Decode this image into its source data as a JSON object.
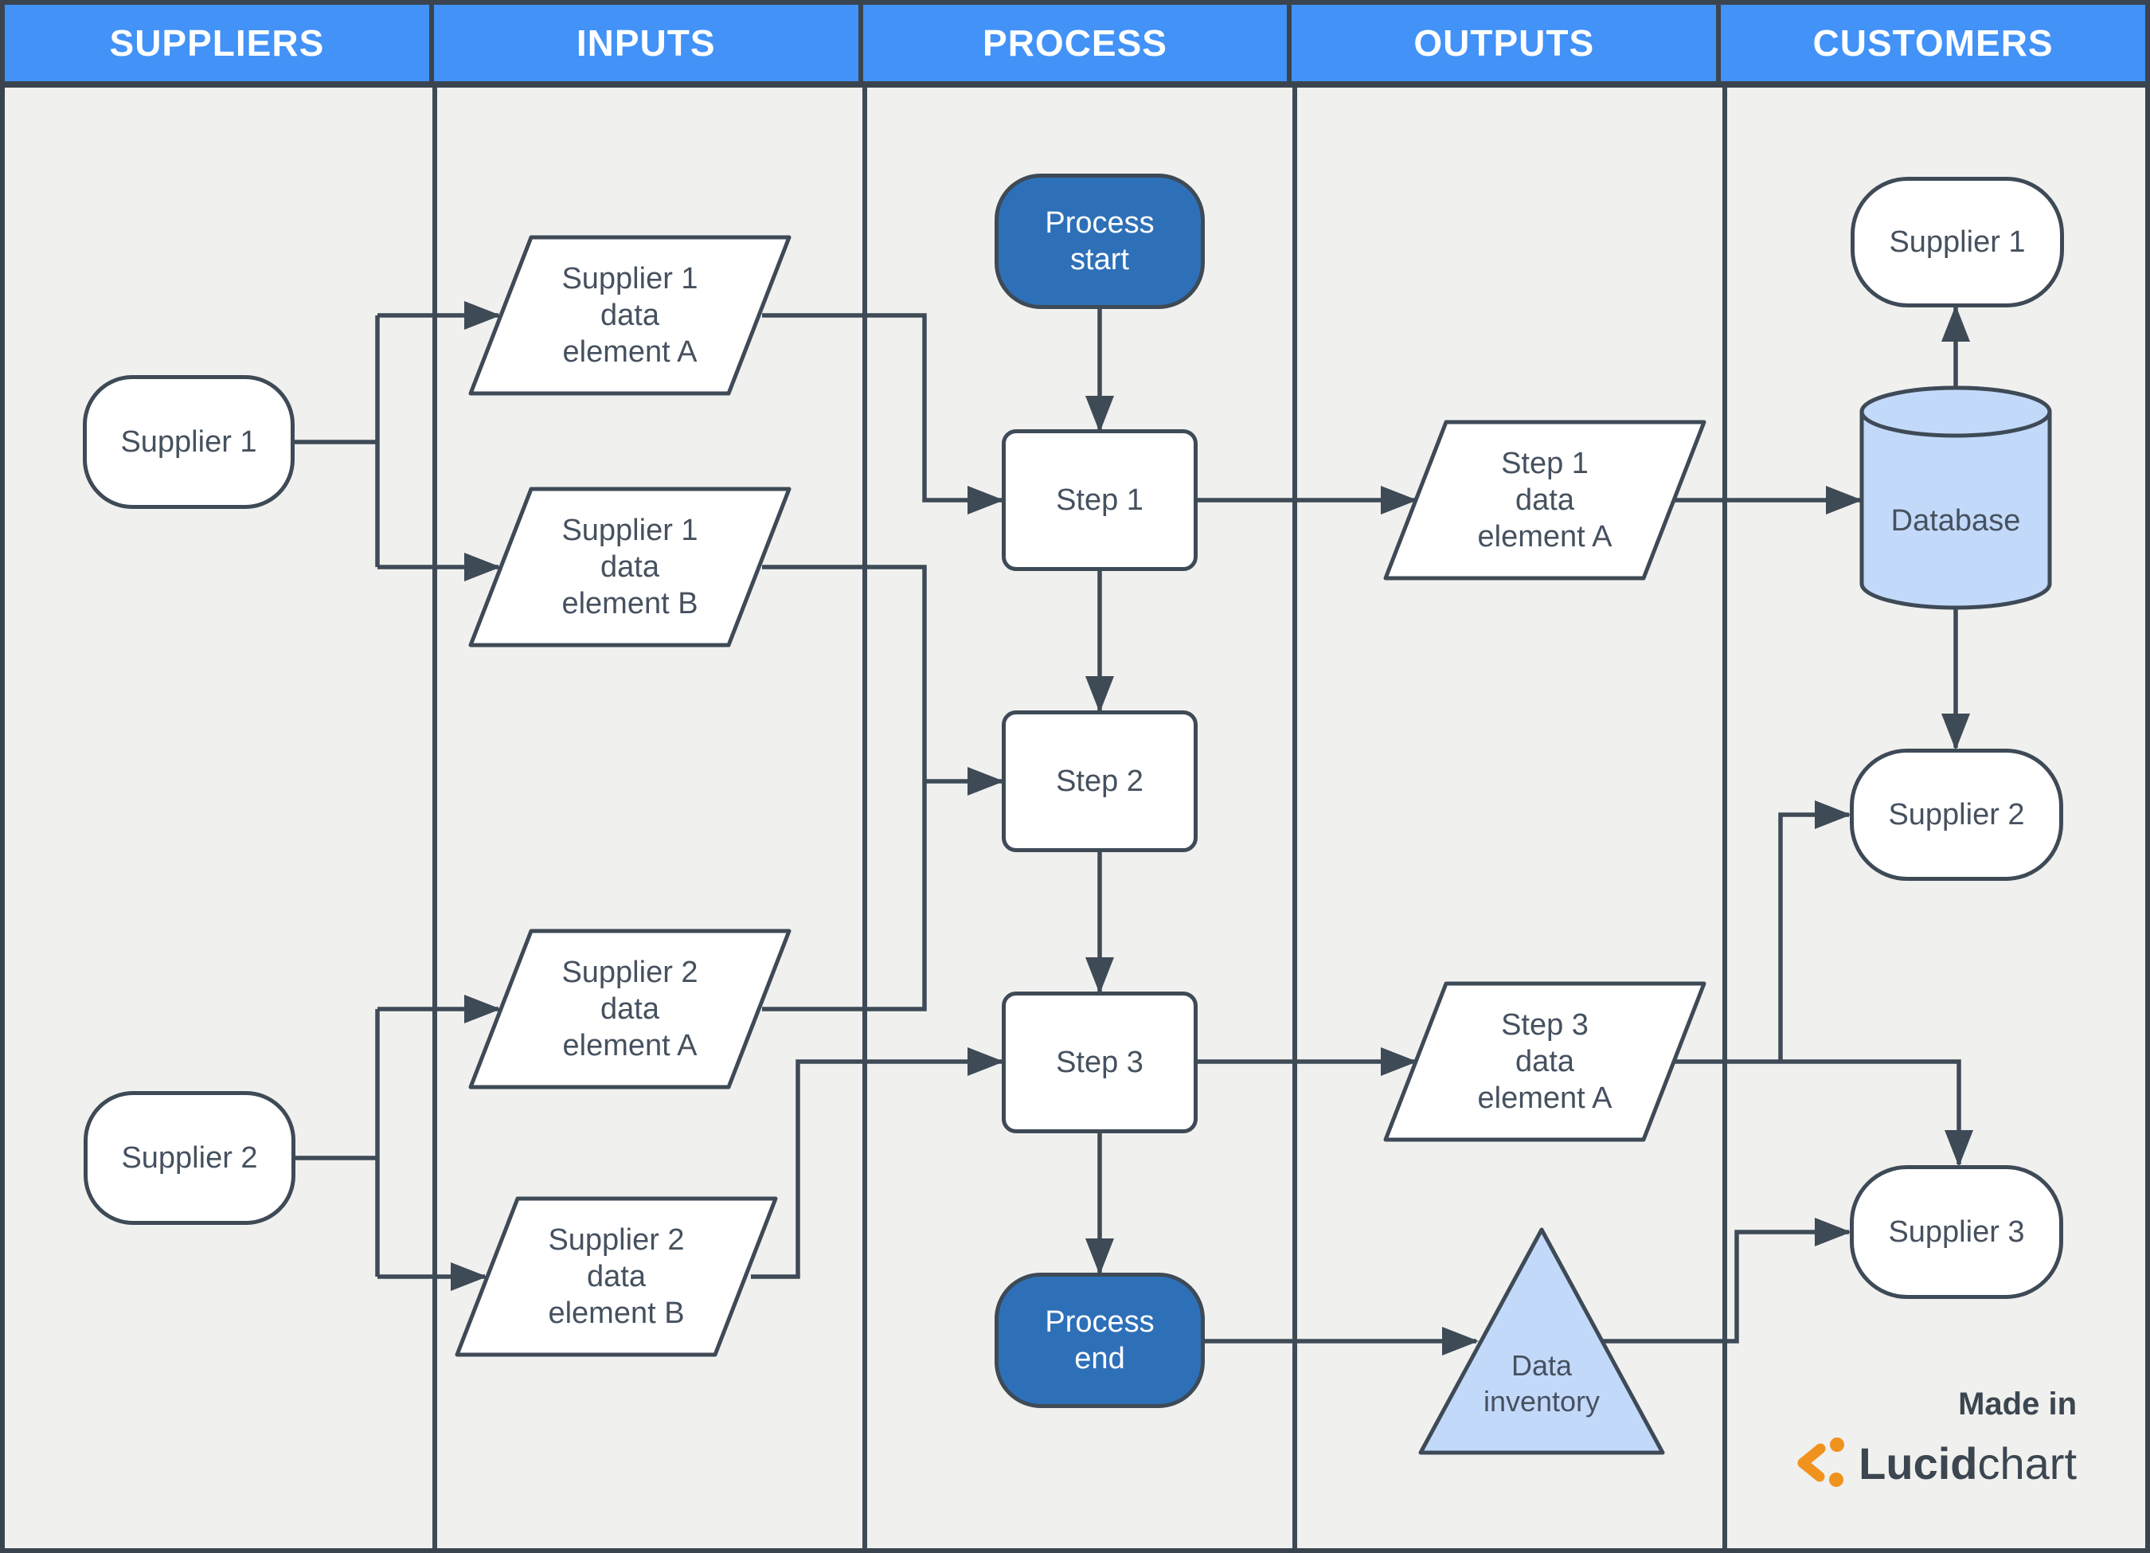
{
  "header": {
    "columns": [
      "SUPPLIERS",
      "INPUTS",
      "PROCESS",
      "OUTPUTS",
      "CUSTOMERS"
    ]
  },
  "suppliers": {
    "supplier1": "Supplier 1",
    "supplier2": "Supplier 2"
  },
  "inputs": {
    "s1a": [
      "Supplier 1",
      "data",
      "element A"
    ],
    "s1b": [
      "Supplier 1",
      "data",
      "element B"
    ],
    "s2a": [
      "Supplier 2",
      "data",
      "element A"
    ],
    "s2b": [
      "Supplier 2",
      "data",
      "element B"
    ]
  },
  "process": {
    "start": [
      "Process",
      "start"
    ],
    "step1": "Step 1",
    "step2": "Step 2",
    "step3": "Step 3",
    "end": [
      "Process",
      "end"
    ]
  },
  "outputs": {
    "step1a": [
      "Step 1",
      "data",
      "element A"
    ],
    "step3a": [
      "Step 3",
      "data",
      "element A"
    ],
    "inventory": [
      "Data",
      "inventory"
    ]
  },
  "customers": {
    "supplier1": "Supplier 1",
    "database": "Database",
    "supplier2": "Supplier 2",
    "supplier3": "Supplier 3"
  },
  "branding": {
    "made_in": "Made in",
    "logo_bold": "Lucid",
    "logo_light": "chart"
  },
  "colors": {
    "header_blue": "#4292f7",
    "line_slate": "#3e4a56",
    "process_fill": "#2e70b8",
    "light_blue": "#c3d9fa",
    "background": "#f0f0ee",
    "logo_orange": "#f0921e"
  }
}
